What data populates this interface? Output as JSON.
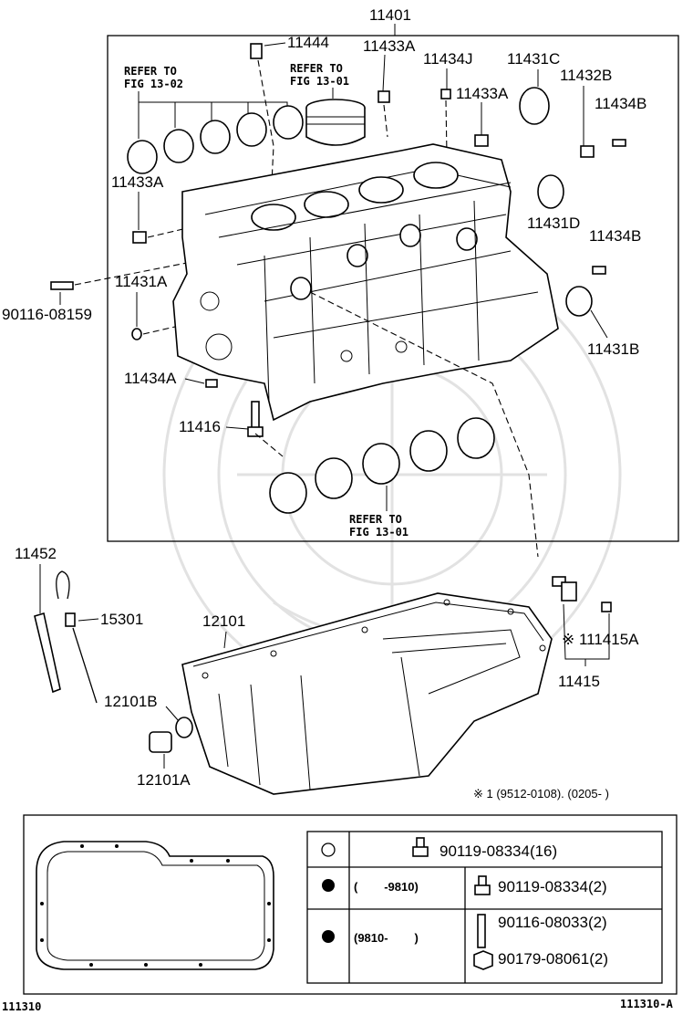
{
  "diagram": {
    "main_label": "11401",
    "labels": {
      "p11444": "11444",
      "p11433A_top": "11433A",
      "p11434J": "11434J",
      "p11431C": "11431C",
      "p11432B": "11432B",
      "p11433A_mid": "11433A",
      "p11434B_top": "11434B",
      "p11433A_left": "11433A",
      "p11431D": "11431D",
      "p11434B_mid": "11434B",
      "p90116_08159": "90116-08159",
      "p11431A": "11431A",
      "p11431B": "11431B",
      "p11434A": "11434A",
      "p11416": "11416",
      "p11452": "11452",
      "p15301": "15301",
      "p12101": "12101",
      "p11415A": "※ 111415A",
      "p11415": "11415",
      "p12101B": "12101B",
      "p12101A": "12101A"
    },
    "refer": {
      "r1_line1": "REFER TO",
      "r1_line2": "FIG 13-02",
      "r2_line1": "REFER TO",
      "r2_line2": "FIG 13-01",
      "r3_line1": "REFER TO",
      "r3_line2": "FIG 13-01"
    },
    "footnote": "※ 1 (9512-0108). (0205-        )",
    "table": {
      "row1": {
        "symbol": "open-circle",
        "parts": [
          "90119-08334(16)"
        ]
      },
      "row2": {
        "symbol": "filled-circle",
        "range": "(        -9810)",
        "parts": [
          "90119-08334(2)"
        ]
      },
      "row3": {
        "symbol": "filled-circle",
        "range": "(9810-        )",
        "parts": [
          "90116-08033(2)",
          "90179-08061(2)"
        ]
      }
    },
    "fig_id_left": "111310",
    "fig_id_right": "111310-A"
  }
}
